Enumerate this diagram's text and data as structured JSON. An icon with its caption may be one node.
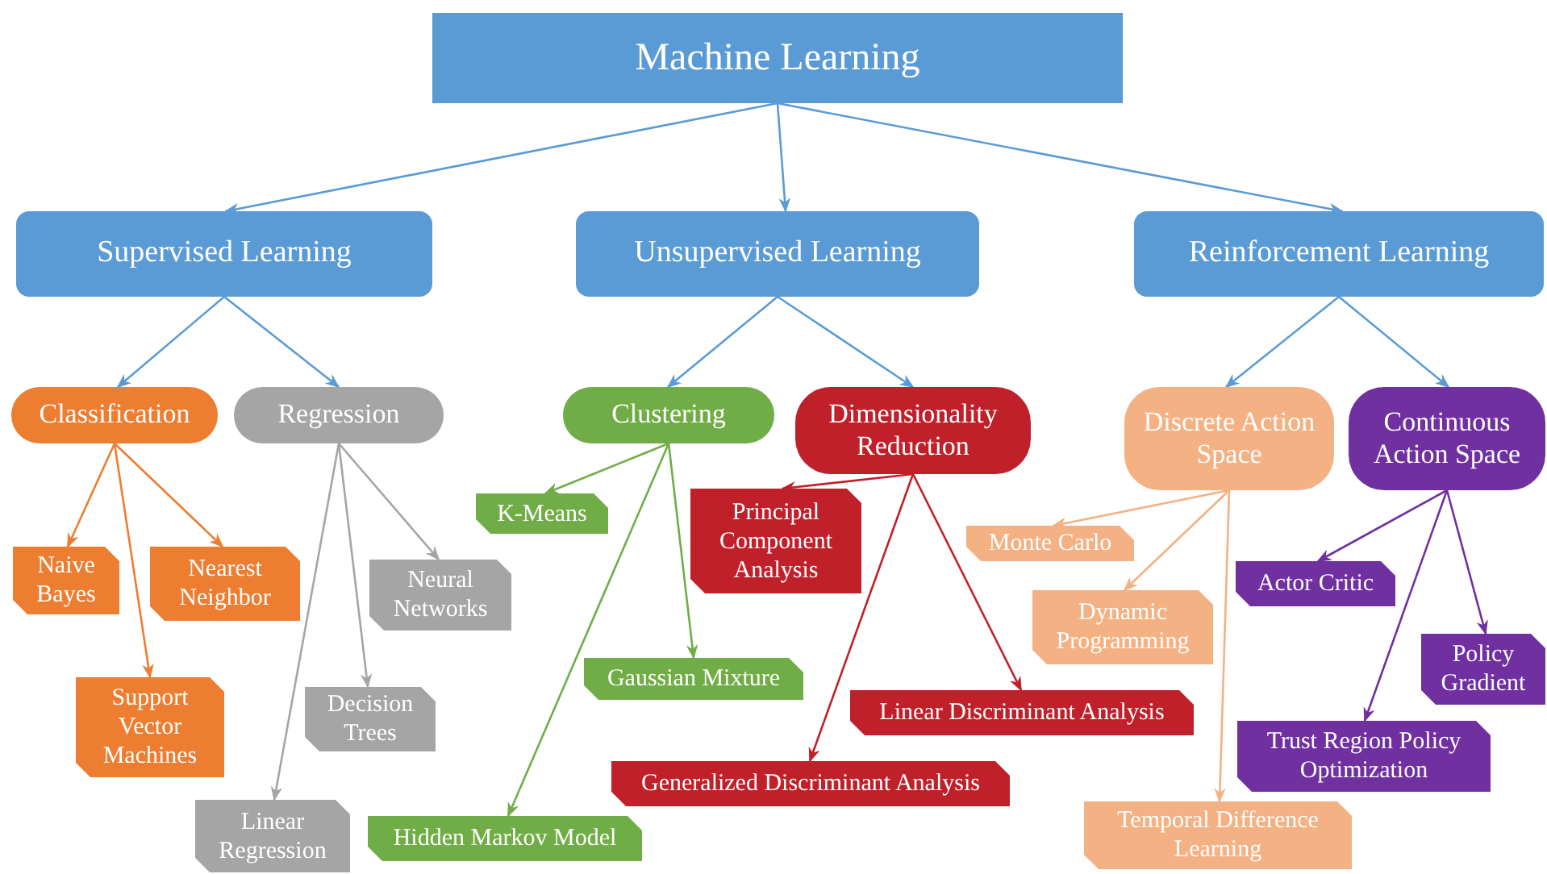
{
  "diagram": {
    "nodes": [
      {
        "text": [
          "Machine Learning"
        ]
      },
      {
        "text": [
          "Supervised Learning"
        ]
      },
      {
        "text": [
          "Unsupervised Learning"
        ]
      },
      {
        "text": [
          "Reinforcement Learning"
        ]
      },
      {
        "text": [
          "Classification"
        ]
      },
      {
        "text": [
          "Regression"
        ]
      },
      {
        "text": [
          "Clustering"
        ]
      },
      {
        "text": [
          "Dimensionality Reduction"
        ]
      },
      {
        "text": [
          "Discrete Action Space"
        ]
      },
      {
        "text": [
          "Continuous Action Space"
        ]
      },
      {
        "text": [
          "Naive Bayes"
        ]
      },
      {
        "text": [
          "Nearest Neighbor"
        ]
      },
      {
        "text": [
          "Support Vector Machines"
        ]
      },
      {
        "text": [
          "Neural Networks"
        ]
      },
      {
        "text": [
          "Decision Trees"
        ]
      },
      {
        "text": [
          "Linear Regression"
        ]
      },
      {
        "text": [
          "K-Means"
        ]
      },
      {
        "text": [
          "Gaussian Mixture"
        ]
      },
      {
        "text": [
          "Hidden Markov Model"
        ]
      },
      {
        "text": [
          "Principal Component Analysis"
        ]
      },
      {
        "text": [
          "Linear Discriminant Analysis"
        ]
      },
      {
        "text": [
          "Generalized Discriminant Analysis"
        ]
      },
      {
        "text": [
          "Monte Carlo"
        ]
      },
      {
        "text": [
          "Dynamic Programming"
        ]
      },
      {
        "text": [
          "Temporal Difference Learning"
        ]
      },
      {
        "text": [
          "Actor Critic"
        ]
      },
      {
        "text": [
          "Policy Gradient"
        ]
      },
      {
        "text": [
          "Trust Region Policy Optimization"
        ]
      }
    ],
    "edges": [
      {
        "from": 0,
        "to": 1,
        "arrow": "to",
        "color": "#5b9bd5"
      },
      {
        "from": 0,
        "to": 2,
        "arrow": "to",
        "color": "#5b9bd5"
      },
      {
        "from": 0,
        "to": 3,
        "arrow": "to",
        "color": "#5b9bd5"
      },
      {
        "from": 1,
        "to": 4,
        "arrow": "to",
        "color": "#5b9bd5"
      },
      {
        "from": 1,
        "to": 5,
        "arrow": "to",
        "color": "#5b9bd5"
      },
      {
        "from": 2,
        "to": 6,
        "arrow": "to",
        "color": "#5b9bd5"
      },
      {
        "from": 2,
        "to": 7,
        "arrow": "to",
        "color": "#5b9bd5"
      },
      {
        "from": 3,
        "to": 8,
        "arrow": "to",
        "color": "#5b9bd5"
      },
      {
        "from": 3,
        "to": 9,
        "arrow": "to",
        "color": "#5b9bd5"
      },
      {
        "from": 4,
        "to": 10,
        "arrow": "to",
        "color": "#ed7d31"
      },
      {
        "from": 4,
        "to": 11,
        "arrow": "to",
        "color": "#ed7d31"
      },
      {
        "from": 4,
        "to": 12,
        "arrow": "to",
        "color": "#ed7d31"
      },
      {
        "from": 5,
        "to": 13,
        "arrow": "to",
        "color": "#a5a5a5"
      },
      {
        "from": 5,
        "to": 14,
        "arrow": "to",
        "color": "#a5a5a5"
      },
      {
        "from": 5,
        "to": 15,
        "arrow": "to",
        "color": "#a5a5a5"
      },
      {
        "from": 6,
        "to": 16,
        "arrow": "to",
        "color": "#70ad47"
      },
      {
        "from": 6,
        "to": 17,
        "arrow": "to",
        "color": "#70ad47"
      },
      {
        "from": 6,
        "to": 18,
        "arrow": "to",
        "color": "#70ad47"
      },
      {
        "from": 7,
        "to": 19,
        "arrow": "to",
        "color": "#c0202a"
      },
      {
        "from": 7,
        "to": 20,
        "arrow": "to",
        "color": "#c0202a"
      },
      {
        "from": 7,
        "to": 21,
        "arrow": "to",
        "color": "#c0202a"
      },
      {
        "from": 8,
        "to": 22,
        "arrow": "to",
        "color": "#f4b183"
      },
      {
        "from": 8,
        "to": 23,
        "arrow": "to",
        "color": "#f4b183"
      },
      {
        "from": 8,
        "to": 24,
        "arrow": "to",
        "color": "#f4b183"
      },
      {
        "from": 9,
        "to": 25,
        "arrow": "to",
        "color": "#7030a0"
      },
      {
        "from": 9,
        "to": 26,
        "arrow": "to",
        "color": "#7030a0"
      },
      {
        "from": 9,
        "to": 27,
        "arrow": "to",
        "color": "#7030a0"
      }
    ]
  }
}
